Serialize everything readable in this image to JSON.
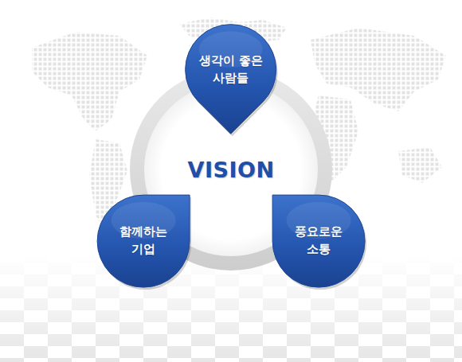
{
  "diagram": {
    "nodes": [
      {
        "text": [
          "생각이 좋은 사람들"
        ]
      },
      {
        "text": [
          "함께하는 기업"
        ]
      },
      {
        "text": [
          "풍요로운 소통"
        ]
      }
    ],
    "labels": [
      "VISION"
    ]
  }
}
